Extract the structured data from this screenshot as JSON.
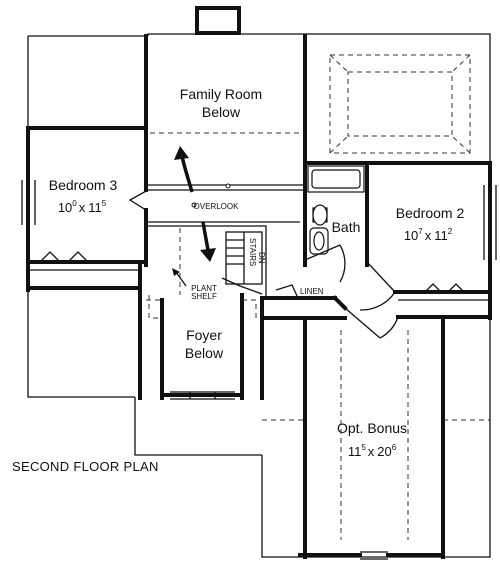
{
  "plan": {
    "caption": "SECOND FLOOR PLAN",
    "rooms": {
      "family_room": {
        "line1": "Family Room",
        "line2": "Below"
      },
      "bedroom3": {
        "name": "Bedroom 3",
        "w": "10",
        "w_sup": "0",
        "sep": "x",
        "l": "11",
        "l_sup": "5"
      },
      "bedroom2": {
        "name": "Bedroom 2",
        "w": "10",
        "w_sup": "7",
        "sep": "x",
        "l": "11",
        "l_sup": "2"
      },
      "bath": {
        "name": "Bath"
      },
      "foyer": {
        "line1": "Foyer",
        "line2": "Below"
      },
      "bonus": {
        "name": "Opt. Bonus",
        "w": "11",
        "w_sup": "5",
        "sep": "x",
        "l": "20",
        "l_sup": "6"
      }
    },
    "labels": {
      "overlook": "OVERLOOK",
      "plant_line1": "PLANT",
      "plant_line2": "SHELF",
      "stairs": "STAIRS",
      "stairs_dn": "DN",
      "linen": "LINEN"
    }
  }
}
